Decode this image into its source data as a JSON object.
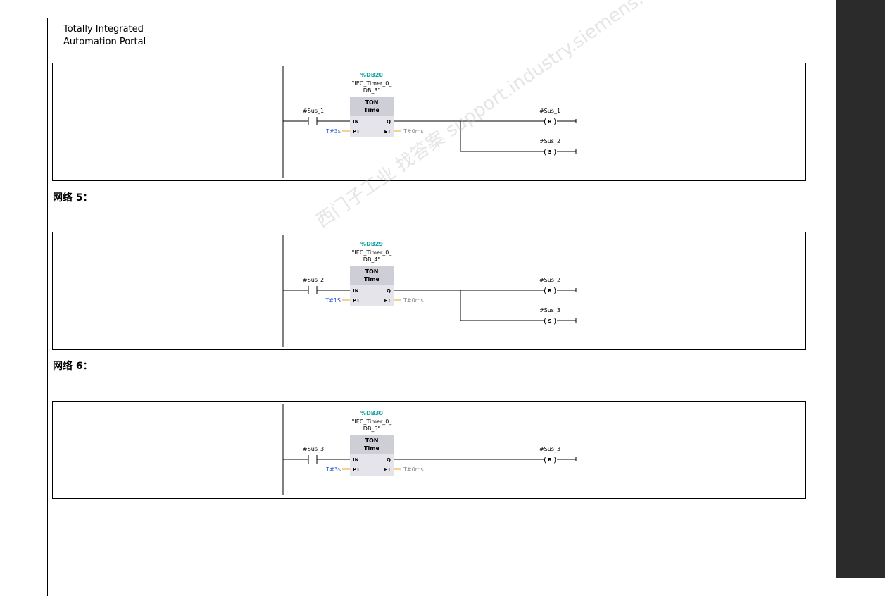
{
  "header": {
    "title_line1": "Totally Integrated",
    "title_line2": "Automation Portal"
  },
  "networks": [
    {
      "label": "",
      "db": "%DB20",
      "instance_line1": "\"IEC_Timer_0_",
      "instance_line2": "DB_3\"",
      "block_type": "TON",
      "block_sub": "Time",
      "contact": "#Sus_1",
      "pt": "T#3s",
      "et": "T#0ms",
      "pin_in": "IN",
      "pin_pt": "PT",
      "pin_q": "Q",
      "pin_et": "ET",
      "coils": [
        {
          "operand": "#Sus_1",
          "type": "R"
        },
        {
          "operand": "#Sus_2",
          "type": "S"
        }
      ]
    },
    {
      "label": "网络 5：",
      "db": "%DB29",
      "instance_line1": "\"IEC_Timer_0_",
      "instance_line2": "DB_4\"",
      "block_type": "TON",
      "block_sub": "Time",
      "contact": "#Sus_2",
      "pt": "T#1S",
      "et": "T#0ms",
      "pin_in": "IN",
      "pin_pt": "PT",
      "pin_q": "Q",
      "pin_et": "ET",
      "coils": [
        {
          "operand": "#Sus_2",
          "type": "R"
        },
        {
          "operand": "#Sus_3",
          "type": "S"
        }
      ]
    },
    {
      "label": "网络 6：",
      "db": "%DB30",
      "instance_line1": "\"IEC_Timer_0_",
      "instance_line2": "DB_5\"",
      "block_type": "TON",
      "block_sub": "Time",
      "contact": "#Sus_3",
      "pt": "T#3s",
      "et": "T#0ms",
      "pin_in": "IN",
      "pin_pt": "PT",
      "pin_q": "Q",
      "pin_et": "ET",
      "coils": [
        {
          "operand": "#Sus_3",
          "type": "R"
        }
      ]
    }
  ],
  "watermark": "西门子工业 找答案 support.industry.siemens.com/cs",
  "colors": {
    "db": "#14a0a0",
    "param": "#2a5bd8",
    "pin_line": "#f0a020",
    "et": "#888888",
    "block": "#e4e4ea",
    "block_head": "#cdced6"
  }
}
